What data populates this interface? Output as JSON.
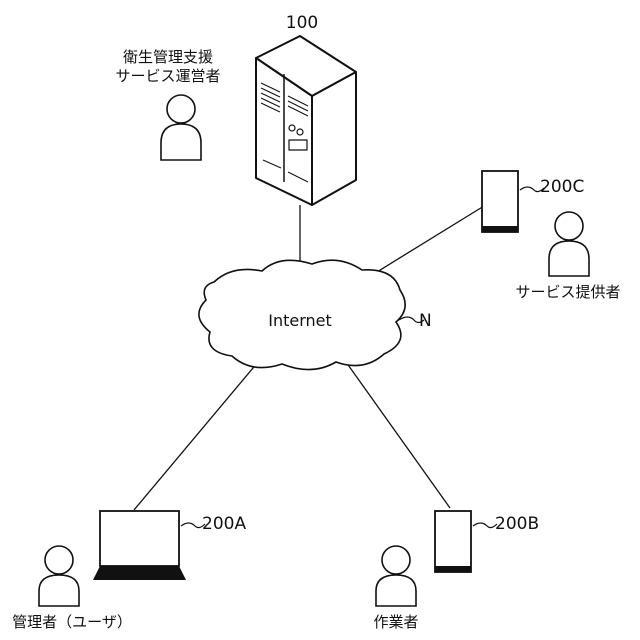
{
  "server": {
    "ref": "100",
    "operator_label_line1": "衛生管理支援",
    "operator_label_line2": "サービス運営者"
  },
  "network": {
    "name": "Internet",
    "ref": "N"
  },
  "devices": {
    "laptop": {
      "ref": "200A",
      "user_label": "管理者（ユーザ）"
    },
    "phone_b": {
      "ref": "200B",
      "user_label": "作業者"
    },
    "phone_c": {
      "ref": "200C",
      "user_label": "サービス提供者"
    }
  }
}
